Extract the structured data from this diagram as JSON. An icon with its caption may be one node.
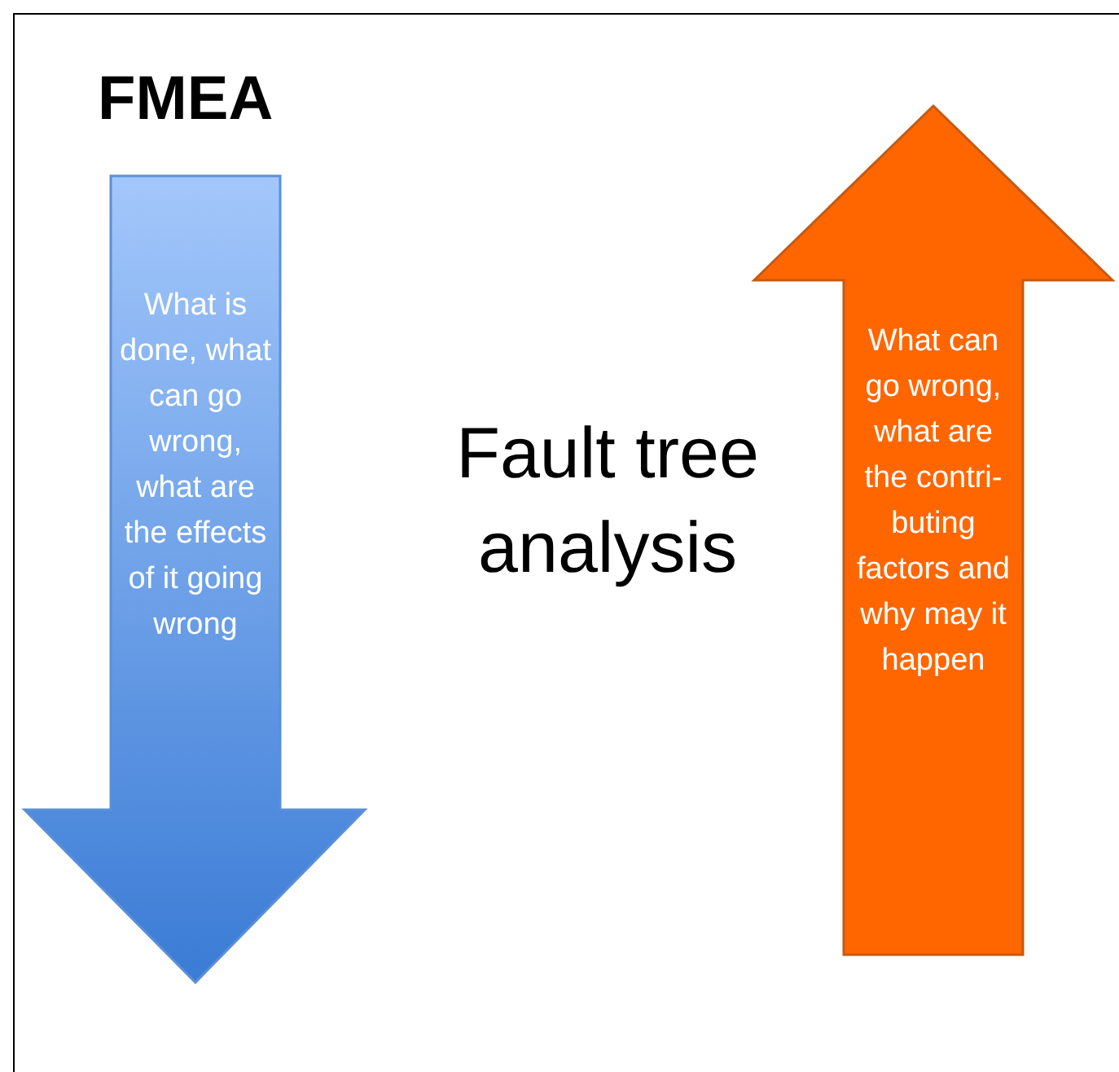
{
  "diagram": {
    "nodes": [
      {
        "text": [
          "FMEA",
          "What is done, what can go wrong, what are the effects of it going wrong"
        ]
      },
      {
        "text": [
          "What can go wrong, what are the contri- buting factors and why may it happen"
        ]
      }
    ],
    "labels": [
      "Fault tree analysis"
    ]
  }
}
